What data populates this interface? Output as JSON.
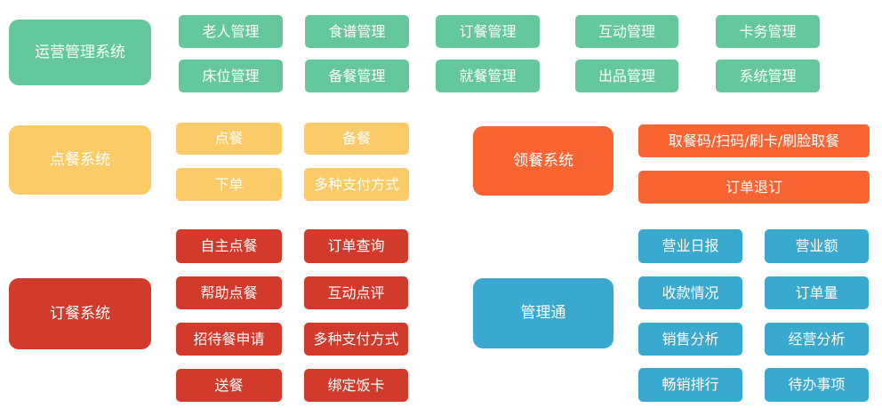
{
  "colors": {
    "green": "#65C89C",
    "yellow": "#FBCB67",
    "orange": "#FA6432",
    "red": "#D23A2B",
    "blue": "#3AA9CF",
    "text": "#FFFFFF"
  },
  "sections": {
    "operations": {
      "title": "运营管理系统",
      "items": [
        "老人管理",
        "食谱管理",
        "订餐管理",
        "互动管理",
        "卡务管理",
        "床位管理",
        "备餐管理",
        "就餐管理",
        "出品管理",
        "系统管理"
      ]
    },
    "ordering": {
      "title": "点餐系统",
      "items": [
        "点餐",
        "备餐",
        "下单",
        "多种支付方式"
      ]
    },
    "pickup": {
      "title": "领餐系统",
      "items": [
        "取餐码/扫码/刷卡/刷脸取餐",
        "订单退订"
      ]
    },
    "booking": {
      "title": "订餐系统",
      "items": [
        "自主点餐",
        "订单查询",
        "帮助点餐",
        "互动点评",
        "招待餐申请",
        "多种支付方式",
        "送餐",
        "绑定饭卡"
      ]
    },
    "management": {
      "title": "管理通",
      "items": [
        "营业日报",
        "营业额",
        "收款情况",
        "订单量",
        "销售分析",
        "经营分析",
        "畅销排行",
        "待办事项"
      ]
    }
  }
}
